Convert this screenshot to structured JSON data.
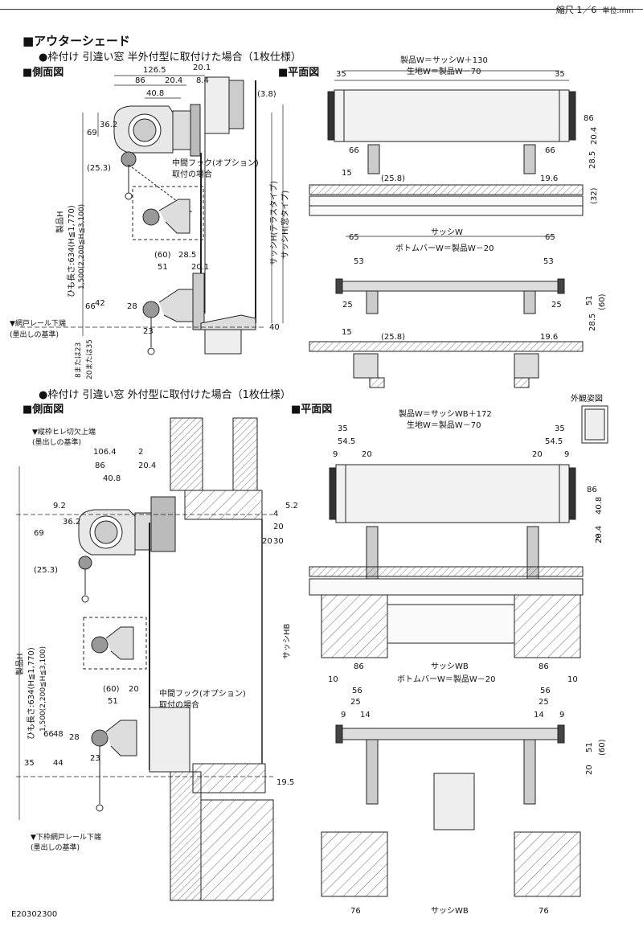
{
  "header": {
    "scale": "縮尺 1／6",
    "unit": "単位:mm"
  },
  "title": "■アウターシェード",
  "section1": {
    "subtitle": "●枠付け 引違い窓 半外付型に取付けた場合（1枚仕様）",
    "side_label": "■側面図",
    "plan_label": "■平面図",
    "side_dims": [
      "126.5",
      "20.1",
      "86",
      "20.4",
      "8.4",
      "40.8",
      "(3.8)",
      "36.2",
      "69",
      "(25.3)",
      "製品H",
      "ひも長さ:634(H≦1,770)",
      "1,500(2,200≦H≦3,100)",
      "中間フック(オプション)",
      "取付の場合",
      "(60)",
      "28.5",
      "51",
      "20.1",
      "66",
      "42",
      "28",
      "23",
      "40",
      "▼網戸レール下端",
      "(墨出しの基準)",
      "8または23",
      "20または35",
      "サッシH(テラスタイプ)",
      "サッシH(窓タイプ)"
    ],
    "plan_top": [
      "製品W＝サッシW＋130",
      "生地W＝製品W－70",
      "35",
      "35",
      "86",
      "66",
      "66",
      "20.4",
      "28.5",
      "15",
      "(25.8)",
      "19.6",
      "(32)",
      "65",
      "サッシW",
      "65"
    ],
    "plan_bottom": [
      "ボトムバーW＝製品W－20",
      "53",
      "53",
      "25",
      "25",
      "51",
      "(60)",
      "28.5",
      "15",
      "(25.8)",
      "19.6"
    ]
  },
  "section2": {
    "subtitle": "●枠付け 引違い窓 外付型に取付けた場合（1枚仕様）",
    "side_label": "■側面図",
    "plan_label": "■平面図",
    "appearance_label": "外観姿図",
    "side_dims": [
      "▼縦枠ヒレ切欠上端",
      "(墨出しの基準)",
      "106.4",
      "2",
      "86",
      "20.4",
      "40.8",
      "9.2",
      "36.2",
      "69",
      "(25.3)",
      "製品H",
      "ひも長さ:634(H≦1,770)",
      "1,500(2,200≦H≦3,100)",
      "5.2",
      "4",
      "20",
      "30",
      "20",
      "サッシHB",
      "(60)",
      "20",
      "51",
      "中間フック(オプション)",
      "取付の場合",
      "66",
      "48",
      "28",
      "44",
      "35",
      "23",
      "19.5",
      "▼下枠網戸レール下端",
      "(墨出しの基準)"
    ],
    "plan_top": [
      "製品W＝サッシWB＋172",
      "生地W＝製品W－70",
      "35",
      "35",
      "54.5",
      "54.5",
      "9",
      "20",
      "20",
      "9",
      "86",
      "40.8",
      "2",
      "20.4",
      "86",
      "サッシWB",
      "86"
    ],
    "plan_bottom": [
      "10",
      "ボトムバーW＝製品W－20",
      "10",
      "56",
      "56",
      "25",
      "25",
      "9",
      "14",
      "14",
      "9",
      "51",
      "(60)",
      "20",
      "76",
      "サッシWB",
      "76"
    ]
  },
  "footer": {
    "code": "E20302300"
  }
}
